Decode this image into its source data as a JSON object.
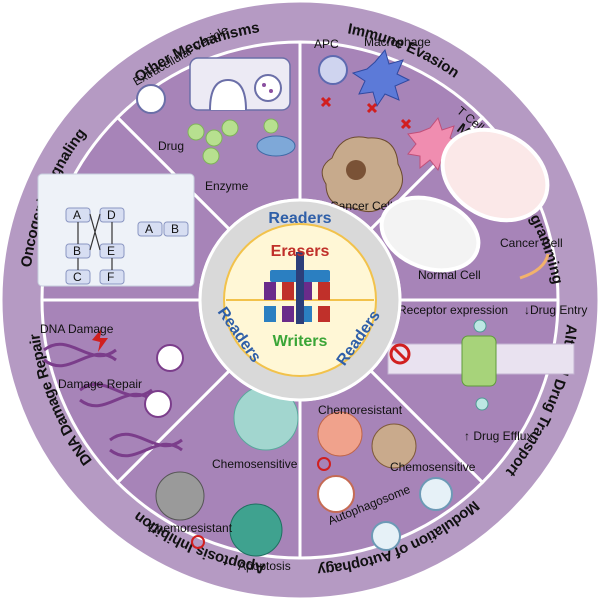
{
  "colors": {
    "outer_ring": "#b59ac3",
    "sector_fill": "#a784b8",
    "sector_stroke": "#ffffff",
    "inner_disc": "#d9d9d9",
    "center_disc": "#fff7d6",
    "readers": "#2f5fa8",
    "erasers": "#c0302a",
    "writers": "#3aa537"
  },
  "center": {
    "readers_top": "Readers",
    "readers_right": "Readers",
    "readers_left": "Readers",
    "erasers": "Erasers",
    "writers": "Writers"
  },
  "sectors": {
    "other_mechanisms": {
      "title": "Other Mechanisms",
      "labels": {
        "vesicle": "Extracellular Vesicle",
        "drug": "Drug",
        "enzyme": "Enzyme"
      }
    },
    "immune_evasion": {
      "title": "Immune Evasion",
      "labels": {
        "apc": "APC",
        "macrophage": "Macrophage",
        "t_cell": "T Cell",
        "cancer_cell": "Cancer Cell"
      }
    },
    "metabolic": {
      "title": "Metabolic Reprogramming",
      "labels": {
        "cancer_cell": "Cancer Cell",
        "normal_cell": "Normal Cell"
      }
    },
    "drug_transport": {
      "title": "Altered Drug Transport",
      "labels": {
        "receptor": "↓Receptor expression",
        "entry": "↓Drug Entry",
        "efflux": "↑ Drug Efflux"
      }
    },
    "autophagy": {
      "title": "Modulation of Autophagy",
      "labels": {
        "chemoresistant": "Chemoresistant",
        "chemosensitive": "Chemosensitive",
        "autophagosome": "Autophagosome"
      }
    },
    "apoptosis": {
      "title": "Apoptosis Inhibition",
      "labels": {
        "chemosensitive": "Chemosensitive",
        "chemoresistant": "Chemoresistant",
        "apoptosis": "Apoptosis"
      }
    },
    "dna_repair": {
      "title": "DNA Damage Repair",
      "labels": {
        "damage": "DNA Damage",
        "repair": "Damage Repair"
      }
    },
    "oncogenic": {
      "title": "Oncogenic Signaling",
      "labels": {
        "a": "A",
        "b": "B",
        "c": "C",
        "d": "D",
        "e": "E",
        "f": "F"
      }
    }
  }
}
